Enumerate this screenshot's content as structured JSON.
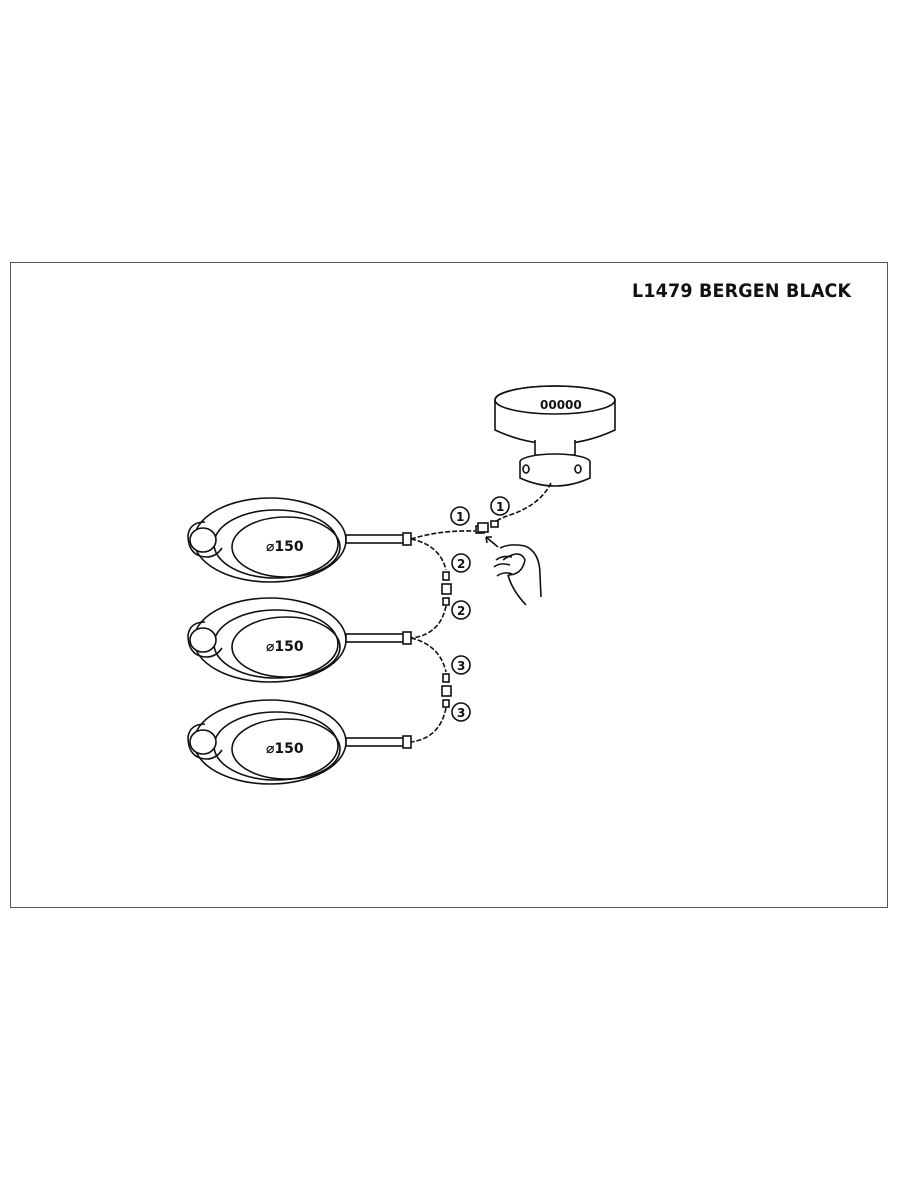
{
  "title": "L1479 BERGEN BLACK",
  "lamps": [
    {
      "diameter_label": "⌀150"
    },
    {
      "diameter_label": "⌀150"
    },
    {
      "diameter_label": "⌀150"
    }
  ],
  "steps": [
    {
      "number": "1"
    },
    {
      "number": "1"
    },
    {
      "number": "2"
    },
    {
      "number": "2"
    },
    {
      "number": "3"
    },
    {
      "number": "3"
    }
  ],
  "canopy": {
    "vent_label": "00000"
  }
}
